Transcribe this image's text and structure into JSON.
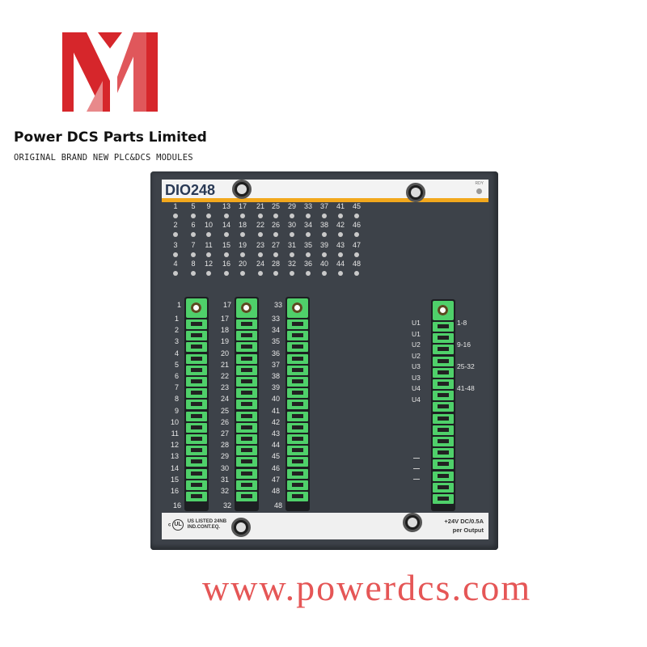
{
  "branding": {
    "company": "Power DCS Parts Limited",
    "tagline": "ORIGINAL BRAND NEW PLC&DCS MODULES",
    "logo_colors": [
      "#d6262b",
      "#e0575b"
    ]
  },
  "module": {
    "model": "DIO248",
    "status_led_label": "RDY",
    "led_columns": [
      [
        1,
        2,
        3,
        4
      ],
      [
        5,
        6,
        7,
        8
      ],
      [
        9,
        10,
        11,
        12
      ],
      [
        13,
        14,
        15,
        16
      ],
      [
        17,
        18,
        19,
        20
      ],
      [
        21,
        22,
        23,
        24
      ],
      [
        25,
        26,
        27,
        28
      ],
      [
        29,
        30,
        31,
        32
      ],
      [
        33,
        34,
        35,
        36
      ],
      [
        37,
        38,
        39,
        40
      ],
      [
        41,
        42,
        43,
        44
      ],
      [
        45,
        46,
        47,
        48
      ]
    ],
    "terminal_blocks": [
      {
        "top": "1",
        "bottom": "16",
        "pins": [
          "1",
          "2",
          "3",
          "4",
          "5",
          "6",
          "7",
          "8",
          "9",
          "10",
          "11",
          "12",
          "13",
          "14",
          "15",
          "16"
        ]
      },
      {
        "top": "17",
        "bottom": "32",
        "pins": [
          "17",
          "18",
          "19",
          "20",
          "21",
          "22",
          "23",
          "24",
          "25",
          "26",
          "27",
          "28",
          "29",
          "30",
          "31",
          "32"
        ]
      },
      {
        "top": "33",
        "bottom": "48",
        "pins": [
          "33",
          "34",
          "35",
          "36",
          "37",
          "38",
          "39",
          "40",
          "41",
          "42",
          "43",
          "44",
          "45",
          "46",
          "47",
          "48"
        ]
      }
    ],
    "power_labels": [
      "U1",
      "U1",
      "U2",
      "U2",
      "U3",
      "U3",
      "U4",
      "U4"
    ],
    "group_labels": [
      "1-8",
      "9-16",
      "25-32",
      "41-48"
    ],
    "cert": {
      "mark": "UL",
      "prefix": "c",
      "line1": "US LISTED 24NB",
      "line2": "IND.CONT.EQ."
    },
    "rating": {
      "line1": "+24V DC/0.5A",
      "line2": "per Output"
    },
    "terminal_color": "#4fd06a",
    "accent_color": "#f2a81d"
  },
  "watermark": "www.powerdcs.com"
}
